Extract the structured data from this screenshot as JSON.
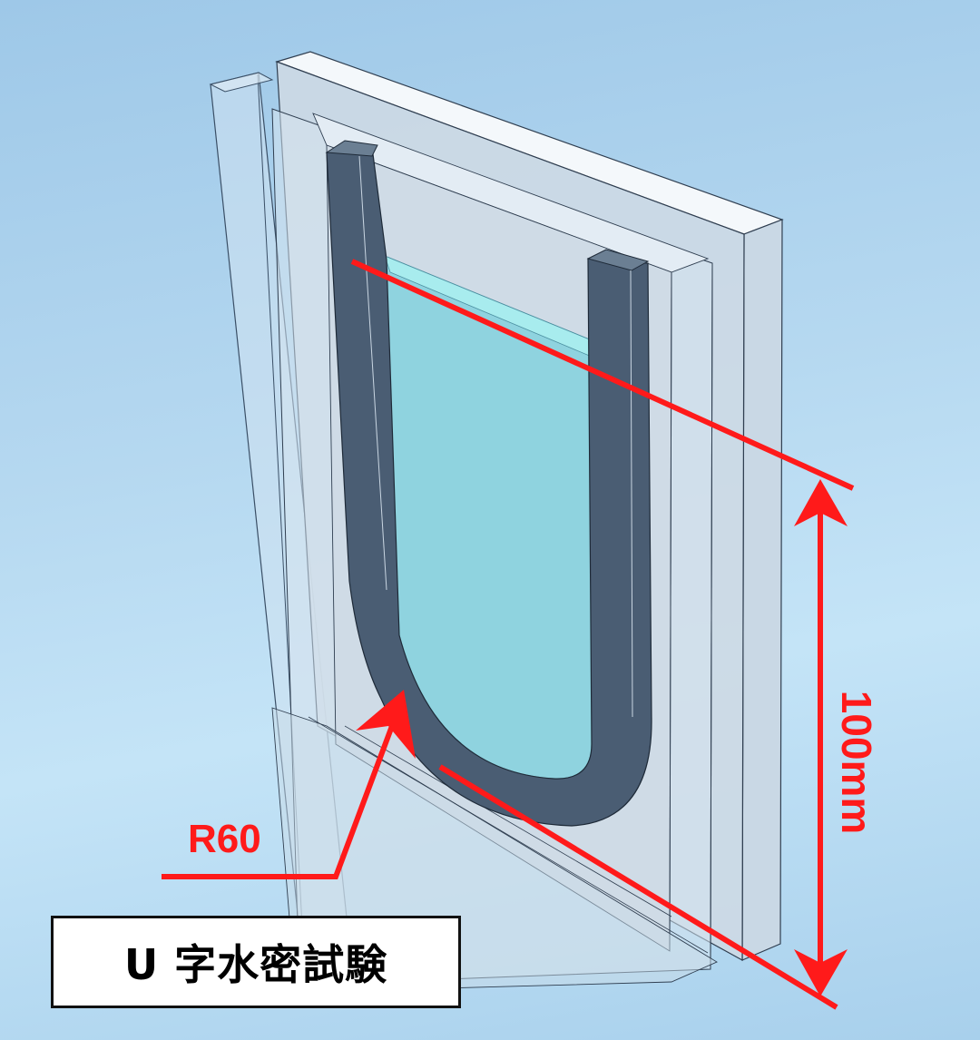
{
  "diagram": {
    "title": "U 字水密試験",
    "subject": "U-shaped watertight test specimen between two transparent panels",
    "components": [
      {
        "name": "rear-glass-panel",
        "description": "transparent rectangular slab, back"
      },
      {
        "name": "front-glass-panel",
        "description": "transparent rectangular slab, front"
      },
      {
        "name": "u-gasket",
        "description": "dark grey U-shaped seal",
        "color": "#4a5d73"
      },
      {
        "name": "water-fill",
        "description": "light cyan water inside U",
        "color": "#8fd3df"
      }
    ],
    "annotations": {
      "radius_label": "R60",
      "height_label": "100mm",
      "color": "#ff1a1a"
    }
  }
}
